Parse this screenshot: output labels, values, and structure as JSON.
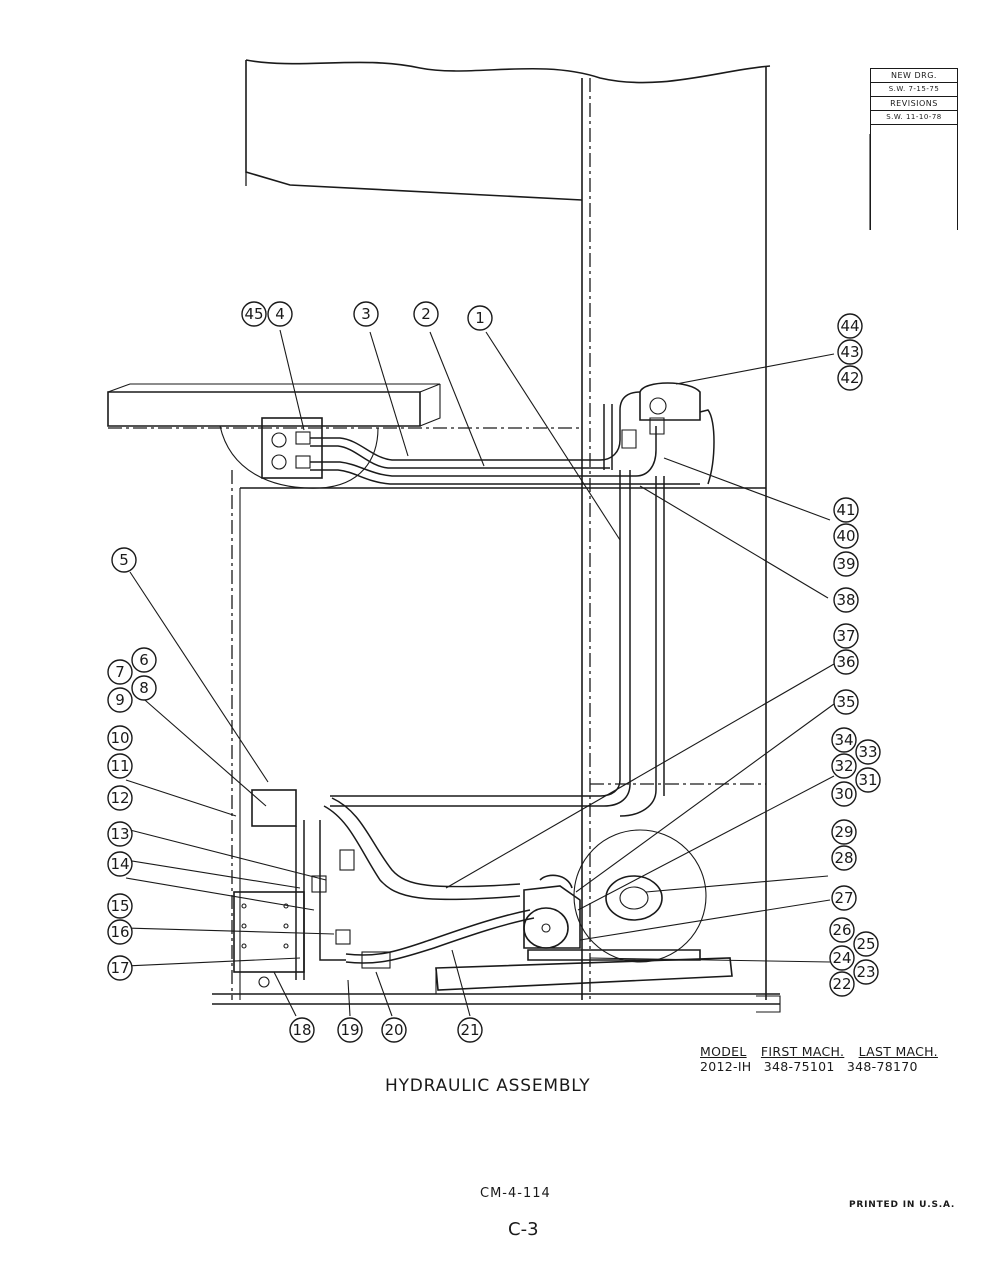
{
  "title": "HYDRAULIC ASSEMBLY",
  "revision_block": {
    "rows": [
      "NEW DRG.",
      "S.W. 7-15-75",
      "REVISIONS",
      "S.W. 11-10-78"
    ]
  },
  "model_table": {
    "headers": [
      "MODEL",
      "FIRST MACH.",
      "LAST MACH."
    ],
    "rows": [
      [
        "2012-IH",
        "348-75101",
        "348-78170"
      ]
    ]
  },
  "document_number": "CM-4-114",
  "page_number": "C-3",
  "printed_in": "PRINTED IN U.S.A.",
  "callouts": [
    "1",
    "2",
    "3",
    "4",
    "5",
    "6",
    "7",
    "8",
    "9",
    "10",
    "11",
    "12",
    "13",
    "14",
    "15",
    "16",
    "17",
    "18",
    "19",
    "20",
    "21",
    "22",
    "23",
    "24",
    "25",
    "26",
    "27",
    "28",
    "29",
    "30",
    "31",
    "32",
    "33",
    "34",
    "35",
    "36",
    "37",
    "38",
    "39",
    "40",
    "41",
    "42",
    "43",
    "44",
    "45"
  ]
}
